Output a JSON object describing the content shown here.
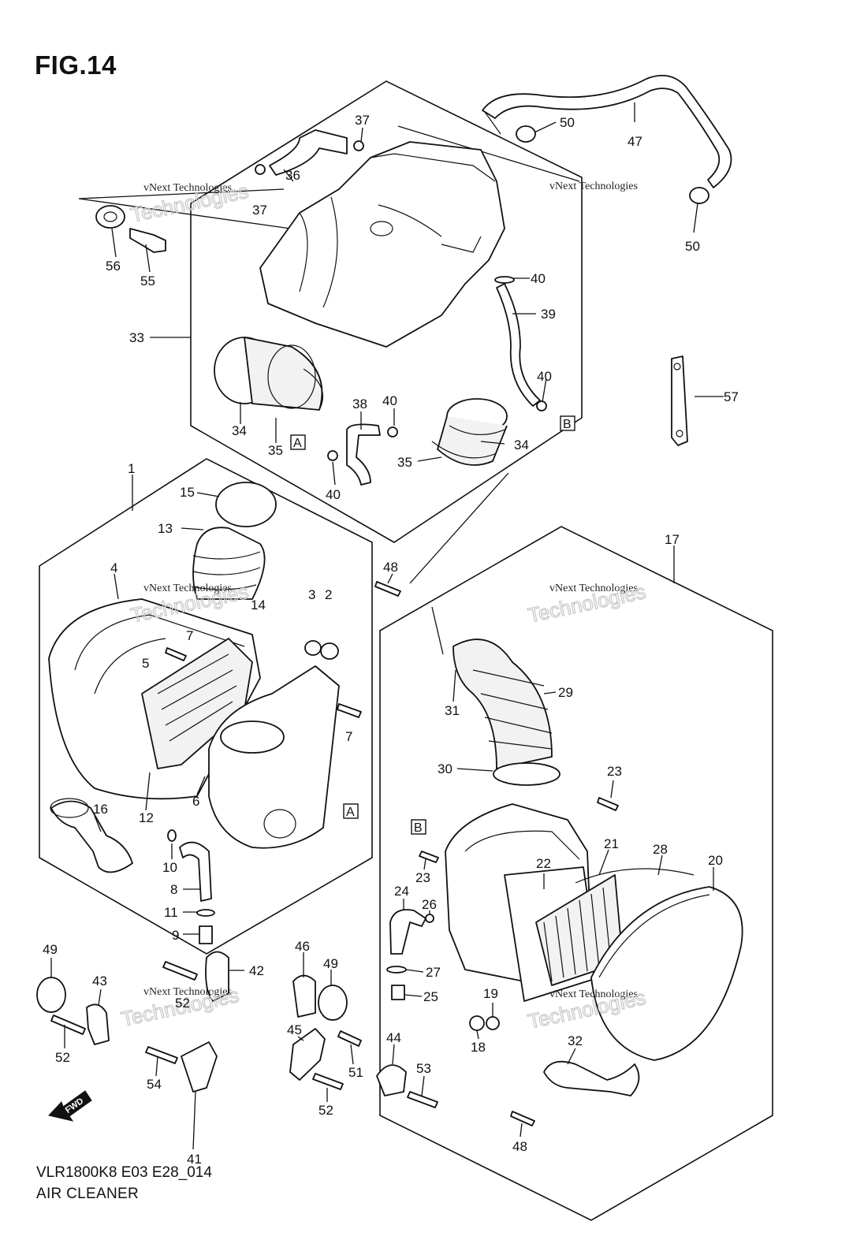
{
  "figure_title": "FIG.14",
  "footer": {
    "model_code": "VLR1800K8 E03 E28_014",
    "section_name": "AIR CLEANER"
  },
  "watermark": {
    "line1": "vNext Technologies",
    "line2": "Technologies"
  },
  "fwd_label": "FWD",
  "callouts": [
    "1",
    "2",
    "3",
    "4",
    "5",
    "6",
    "7",
    "7",
    "8",
    "9",
    "10",
    "11",
    "12",
    "13",
    "14",
    "15",
    "16",
    "17",
    "18",
    "19",
    "20",
    "21",
    "22",
    "23",
    "23",
    "24",
    "25",
    "26",
    "27",
    "28",
    "29",
    "30",
    "31",
    "32",
    "33",
    "34",
    "34",
    "35",
    "35",
    "36",
    "37",
    "37",
    "38",
    "39",
    "40",
    "40",
    "40",
    "40",
    "41",
    "42",
    "43",
    "44",
    "45",
    "46",
    "47",
    "48",
    "48",
    "49",
    "49",
    "50",
    "50",
    "51",
    "52",
    "52",
    "52",
    "53",
    "54",
    "55",
    "56",
    "57"
  ],
  "ref_labels": [
    "A",
    "A",
    "B",
    "B"
  ]
}
